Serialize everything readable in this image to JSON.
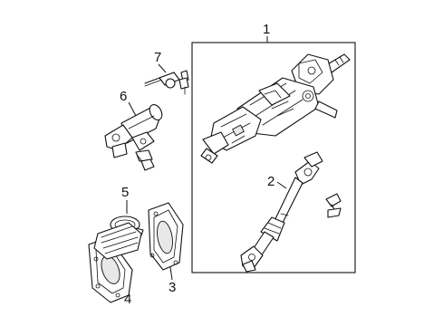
{
  "diagram": {
    "callouts": [
      {
        "id": "1",
        "label": "1"
      },
      {
        "id": "2",
        "label": "2"
      },
      {
        "id": "3",
        "label": "3"
      },
      {
        "id": "4",
        "label": "4"
      },
      {
        "id": "5",
        "label": "5"
      },
      {
        "id": "6",
        "label": "6"
      },
      {
        "id": "7",
        "label": "7"
      }
    ],
    "parts": [
      {
        "callout": "1",
        "icon": "steering-column-assembly-icon"
      },
      {
        "callout": "2",
        "icon": "intermediate-shaft-icon"
      },
      {
        "callout": "3",
        "icon": "column-cover-seal-icon"
      },
      {
        "callout": "4",
        "icon": "dust-boot-seal-icon"
      },
      {
        "callout": "5",
        "icon": "clamp-ring-icon"
      },
      {
        "callout": "6",
        "icon": "ignition-lock-housing-icon"
      },
      {
        "callout": "7",
        "icon": "ignition-key-cylinder-icon"
      }
    ]
  }
}
